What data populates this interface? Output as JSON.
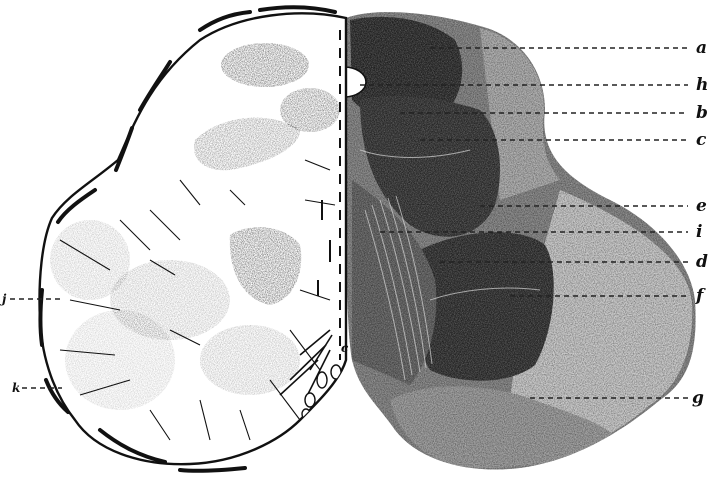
{
  "figure": {
    "background": "#ffffff",
    "drawing_color": "#111111",
    "label_color": "#111111",
    "right_labels": [
      {
        "id": "a",
        "text": "a"
      },
      {
        "id": "h",
        "text": "h"
      },
      {
        "id": "b",
        "text": "b"
      },
      {
        "id": "c",
        "text": "c"
      },
      {
        "id": "e",
        "text": "e"
      },
      {
        "id": "i",
        "text": "i"
      },
      {
        "id": "d",
        "text": "d"
      },
      {
        "id": "f",
        "text": "f"
      },
      {
        "id": "g",
        "text": "g"
      }
    ],
    "left_labels": [
      {
        "id": "j",
        "text": "j"
      },
      {
        "id": "k",
        "text": "k"
      }
    ],
    "inner_labels": [
      {
        "id": "c-inner",
        "text": "c"
      }
    ]
  }
}
